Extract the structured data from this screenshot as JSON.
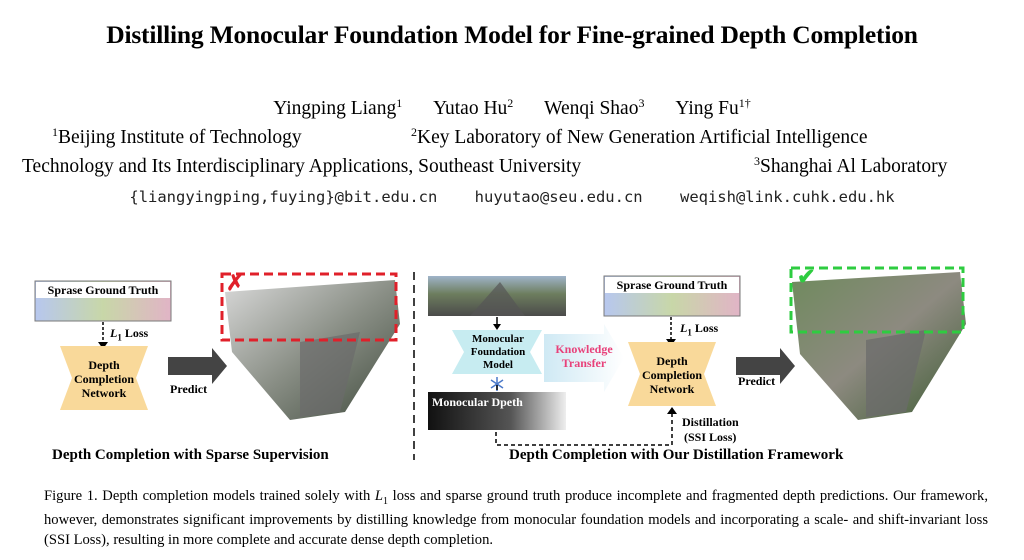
{
  "title": "Distilling Monocular Foundation Model for Fine-grained Depth Completion",
  "authors": [
    {
      "name": "Yingping Liang",
      "sup": "1"
    },
    {
      "name": "Yutao Hu",
      "sup": "2"
    },
    {
      "name": "Wenqi Shao",
      "sup": "3"
    },
    {
      "name": "Ying Fu",
      "sup": "1†"
    }
  ],
  "affiliations": {
    "line1_a_sup": "1",
    "line1_a": "Beijing Institute of Technology",
    "line1_b_sup": "2",
    "line1_b": "Key Laboratory of New Generation Artificial Intelligence",
    "line2_a": "Technology and Its Interdisciplinary Applications, Southeast University",
    "line2_b_sup": "3",
    "line2_b": "Shanghai Al Laboratory"
  },
  "emails": [
    "{liangyingping,fuying}@bit.edu.cn",
    "huyutao@seu.edu.cn",
    "weqish@link.cuhk.edu.hk"
  ],
  "figure": {
    "left": {
      "gt_label": "Sprase Ground Truth",
      "loss_L": "L",
      "loss_sub": "1",
      "loss_text": " Loss",
      "network_label": "Depth Completion Network",
      "predict_label": "Predict",
      "section_title": "Depth Completion with Sparse Supervision",
      "mark": "✗"
    },
    "right": {
      "foundation_label": "Monocular Foundation Model",
      "mono_depth_label": "Monocular Dpeth",
      "transfer_label": "Knowledge Transfer",
      "gt_label": "Sprase Ground Truth",
      "loss_L": "L",
      "loss_sub": "1",
      "loss_text": " Loss",
      "network_label": "Depth Completion Network",
      "predict_label": "Predict",
      "distill_label": "Distillation",
      "ssi_label": "(SSI Loss)",
      "section_title": "Depth Completion with Our Distillation Framework",
      "mark": "✔"
    },
    "colors": {
      "bad": "#e0202a",
      "good": "#2ecc40",
      "transfer": "#e8417a",
      "network": "#f9d99a",
      "foundation": "#c7ecf1"
    }
  },
  "caption": {
    "prefix": "Figure 1. Depth completion models trained solely with ",
    "math": "L",
    "math_sub": "1",
    "rest": " loss and sparse ground truth produce incomplete and fragmented depth predictions. Our framework, however, demonstrates significant improvements by distilling knowledge from monocular foundation models and incorporating a scale- and shift-invariant loss (SSI Loss), resulting in more complete and accurate dense depth completion."
  }
}
